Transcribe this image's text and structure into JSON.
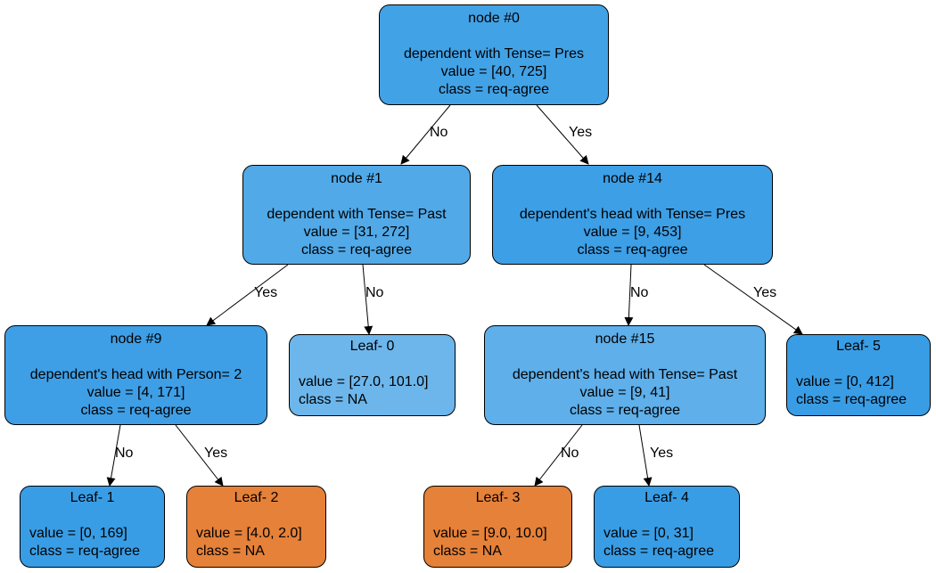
{
  "colors": {
    "blue_strong": "#399de5",
    "blue_mid": "#4da7e8",
    "blue_light": "#6cb6ec",
    "blue_pale": "#5eafea",
    "blue_node0": "#42a2e6",
    "blue_node1": "#51a9e8",
    "orange": "#e58139",
    "border": "#000000"
  },
  "nodes": {
    "n0": {
      "title": "node #0",
      "test": "dependent with Tense= Pres",
      "value": "value = [40, 725]",
      "class": "class = req-agree"
    },
    "n1": {
      "title": "node #1",
      "test": "dependent with Tense= Past",
      "value": "value = [31, 272]",
      "class": "class = req-agree"
    },
    "n14": {
      "title": "node #14",
      "test": "dependent's head with Tense= Pres",
      "value": "value = [9, 453]",
      "class": "class = req-agree"
    },
    "n9": {
      "title": "node #9",
      "test": "dependent's head with Person= 2",
      "value": "value = [4, 171]",
      "class": "class = req-agree"
    },
    "l0": {
      "title": "Leaf- 0",
      "value": "value = [27.0, 101.0]",
      "class": "class = NA"
    },
    "n15": {
      "title": "node #15",
      "test": "dependent's head with Tense= Past",
      "value": "value = [9, 41]",
      "class": "class = req-agree"
    },
    "l5": {
      "title": "Leaf- 5",
      "value": "value = [0, 412]",
      "class": "class = req-agree"
    },
    "l1": {
      "title": "Leaf- 1",
      "value": "value = [0, 169]",
      "class": "class = req-agree"
    },
    "l2": {
      "title": "Leaf- 2",
      "value": "value = [4.0, 2.0]",
      "class": "class = NA"
    },
    "l3": {
      "title": "Leaf- 3",
      "value": "value = [9.0, 10.0]",
      "class": "class = NA"
    },
    "l4": {
      "title": "Leaf- 4",
      "value": "value = [0, 31]",
      "class": "class = req-agree"
    }
  },
  "edges": {
    "e0_1": "No",
    "e0_14": "Yes",
    "e1_9": "Yes",
    "e1_l0": "No",
    "e14_15": "No",
    "e14_l5": "Yes",
    "e9_l1": "No",
    "e9_l2": "Yes",
    "e15_l3": "No",
    "e15_l4": "Yes"
  }
}
